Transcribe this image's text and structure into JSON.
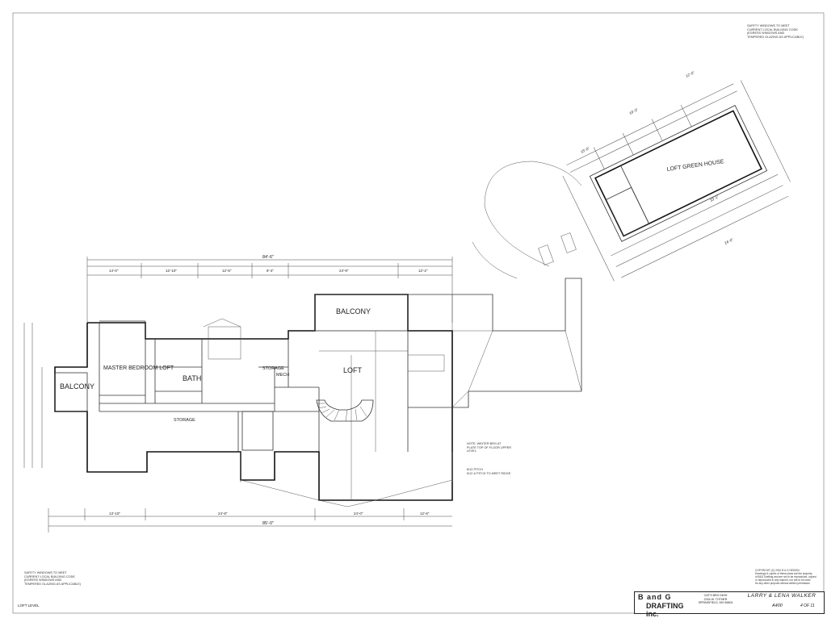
{
  "rooms": {
    "balcony_upper": "BALCONY",
    "balcony_left": "BALCONY",
    "master_bedroom": "MASTER BEDROOM LOFT",
    "bath": "BATH",
    "loft": "LOFT",
    "storage_1": "STORAGE",
    "storage_2": "STORAGE",
    "mech": "MECH",
    "greenhouse": "LOFT GREEN HOUSE"
  },
  "dimensions": {
    "overall_top": "84'-6\"",
    "overall_bottom": "85'-0\"",
    "top_segments": [
      "14'-0\"",
      "12'-10\"",
      "12'-5\"",
      "8'-4\"",
      "24'-9\"",
      "12'-2\""
    ],
    "bottom_segments": [
      "13'-10\"",
      "24'-8\"",
      "24'-0\"",
      "12'-6\""
    ],
    "greenhouse_segments": [
      "15'-0\"",
      "19'-3\"",
      "12'-0\"",
      "33'-1\"",
      "24'-0\""
    ]
  },
  "notes": {
    "top_right": "SAFETY WINDOWS TO MEET\nCURRENT LOCAL BUILDING CODE\n(EGRESS WINDOWS AND\nTEMPERED GLAZING AS APPLICABLE)",
    "bottom_left": "SAFETY WINDOWS TO MEET\nCURRENT LOCAL BUILDING CODE\n(EGRESS WINDOWS AND\nTEMPERED GLAZING AS APPLICABLE)",
    "center_note": "NOTE: WINTER BRG AT\nPLATE TOP OF FLOOR UPPER\nLEVEL",
    "pitch_note": "8/12 PITCH\n5/12 & PITCH TO MEET RIDGE",
    "copyright": "COPYRIGHT (C) 2010 B & G DESIGN\nDrawings & copies of these plans are the property\nof B&G Drafting and are not to be reproduced, copied\nor reproduced in any manner, nor are to be used\nfor any other purpose without written permission"
  },
  "title_block": {
    "company_line1": "B and G",
    "company_line2": "DRAFTING inc.",
    "address": "CAT'S BRG 04/09\n2334 W. TOTHER\nSPRINGFIELD, MO 65804",
    "client": "LARRY & LENA WALKER",
    "sheet": "A400",
    "page": "4 OF 11"
  },
  "corner_label": "LOFT LEVEL",
  "colors": {
    "line": "#333333",
    "paper": "#ffffff"
  }
}
